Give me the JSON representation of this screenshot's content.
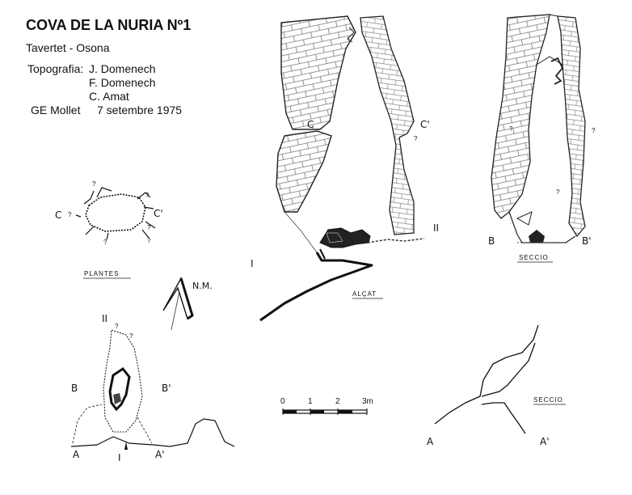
{
  "header": {
    "title": "COVA DE LA NURIA Nº1",
    "location": "Tavertet - Osona",
    "credits": [
      {
        "label": "Topografia:",
        "name": "J. Domenech"
      },
      {
        "label": "",
        "name": "F. Domenech"
      },
      {
        "label": "",
        "name": "C. Amat"
      }
    ],
    "group": "GE Mollet",
    "date": "7 setembre 1975"
  },
  "labels": {
    "plantes": "PLANTES",
    "alcat": "ALÇAT",
    "seccio_right": "SECCIO",
    "seccio_bottom": "SECCIO",
    "north": "N.M.",
    "c": "C",
    "c_prime": "C'",
    "b": "B",
    "b_prime": "B'",
    "a": "A",
    "a_prime": "A'",
    "roman_one": "I",
    "roman_two": "II",
    "question": "?"
  },
  "scale_bar": {
    "ticks": [
      "0",
      "1",
      "2",
      "3m"
    ]
  }
}
